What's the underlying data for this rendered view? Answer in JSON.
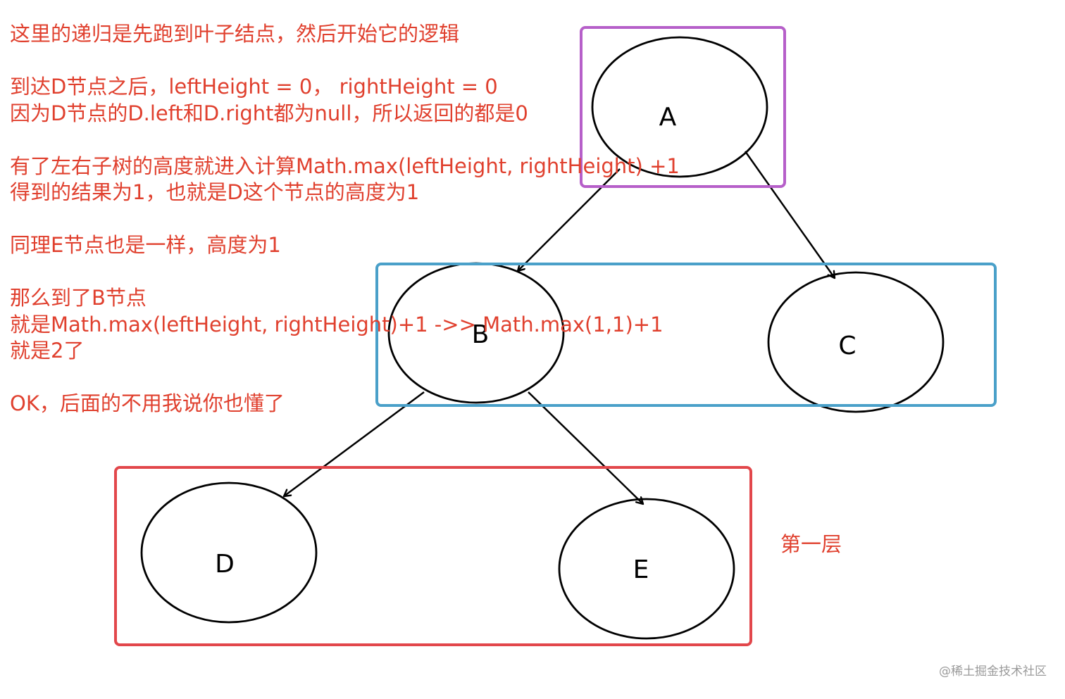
{
  "notes": [
    "这里的递归是先跑到叶子结点，然后开始它的逻辑",
    "",
    "到达D节点之后，leftHeight = 0， rightHeight = 0",
    "因为D节点的D.left和D.right都为null，所以返回的都是0",
    "",
    "有了左右子树的高度就进入计算Math.max(leftHeight, rightHeight) +1",
    "得到的结果为1，也就是D这个节点的高度为1",
    "",
    "同理E节点也是一样，高度为1",
    "",
    "那么到了B节点",
    "就是Math.max(leftHeight, rightHeight)+1 ->>  Math.max(1,1)+1",
    "就是2了",
    "",
    "OK，后面的不用我说你也懂了"
  ],
  "nodes": [
    {
      "id": "A",
      "label": "A"
    },
    {
      "id": "B",
      "label": "B"
    },
    {
      "id": "C",
      "label": "C"
    },
    {
      "id": "D",
      "label": "D"
    },
    {
      "id": "E",
      "label": "E"
    }
  ],
  "edges": [
    {
      "from": "A",
      "to": "B"
    },
    {
      "from": "A",
      "to": "C"
    },
    {
      "from": "B",
      "to": "D"
    },
    {
      "from": "B",
      "to": "E"
    }
  ],
  "layer_label": "第一层",
  "watermark": "@稀土掘金技术社区",
  "colors": {
    "note_text": "#e0402e",
    "box_top": "#b65fc9",
    "box_middle": "#4aa0c9",
    "box_bottom": "#e2474b",
    "node_stroke": "#000000",
    "watermark": "#9a9a9a"
  }
}
